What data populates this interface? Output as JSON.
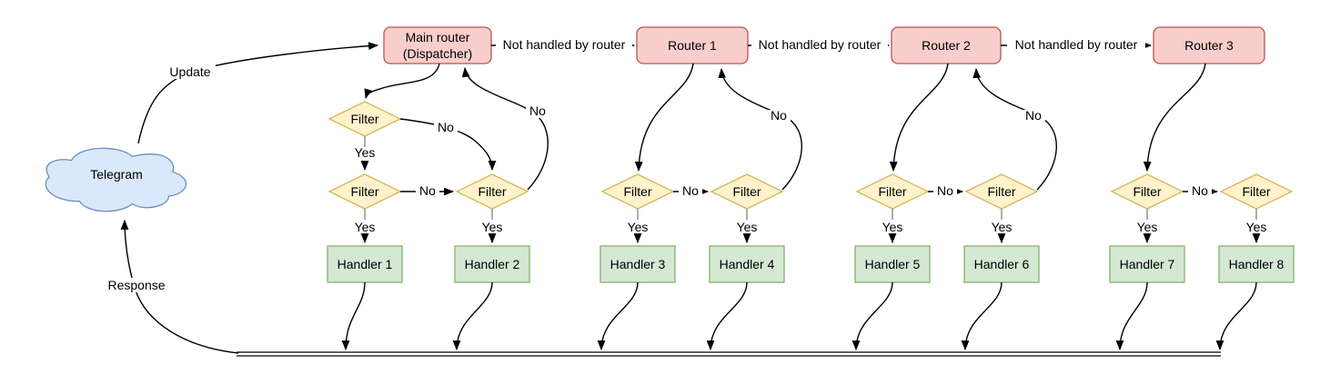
{
  "colors": {
    "background": "#ffffff",
    "router_fill": "#f8cecc",
    "router_stroke": "#b85450",
    "filter_fill": "#fff2cc",
    "filter_stroke": "#d6b656",
    "handler_fill": "#d5e8d4",
    "handler_stroke": "#82b366",
    "cloud_fill": "#dae8fc",
    "cloud_stroke": "#6c8ebf",
    "edge_color": "#000000",
    "stub_color": "#8c8c8c",
    "text_color": "#000000"
  },
  "nodes": {
    "cloud_label": "Telegram",
    "main_router": {
      "line1": "Main router",
      "line2": "(Dispatcher)"
    },
    "routers": [
      "Router 1",
      "Router 2",
      "Router 3"
    ],
    "filter": "Filter",
    "handlers": [
      "Handler 1",
      "Handler 2",
      "Handler 3",
      "Handler 4",
      "Handler 5",
      "Handler 6",
      "Handler 7",
      "Handler 8"
    ]
  },
  "edge_labels": {
    "update": "Update",
    "response": "Response",
    "not_handled": "Not handled by router",
    "yes": "Yes",
    "no": "No"
  }
}
